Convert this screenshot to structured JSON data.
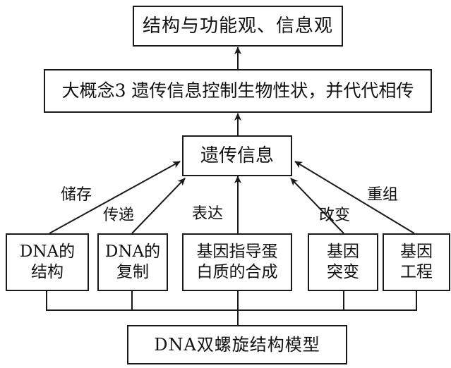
{
  "top_box": "结构与功能观、信息观",
  "concept_box": "大概念3 遗传信息控制生物性状，并代代相传",
  "center_box": "遗传信息",
  "leaf_boxes": [
    {
      "text": "DNA的\n结构"
    },
    {
      "text": "DNA的\n复制"
    },
    {
      "text": "基因指导蛋\n白质的合成"
    },
    {
      "text": "基因\n突变"
    },
    {
      "text": "基因\n工程"
    }
  ],
  "edge_labels": [
    "储存",
    "传递",
    "表达",
    "改变",
    "重组"
  ],
  "bottom_box": "DNA双螺旋结构模型"
}
